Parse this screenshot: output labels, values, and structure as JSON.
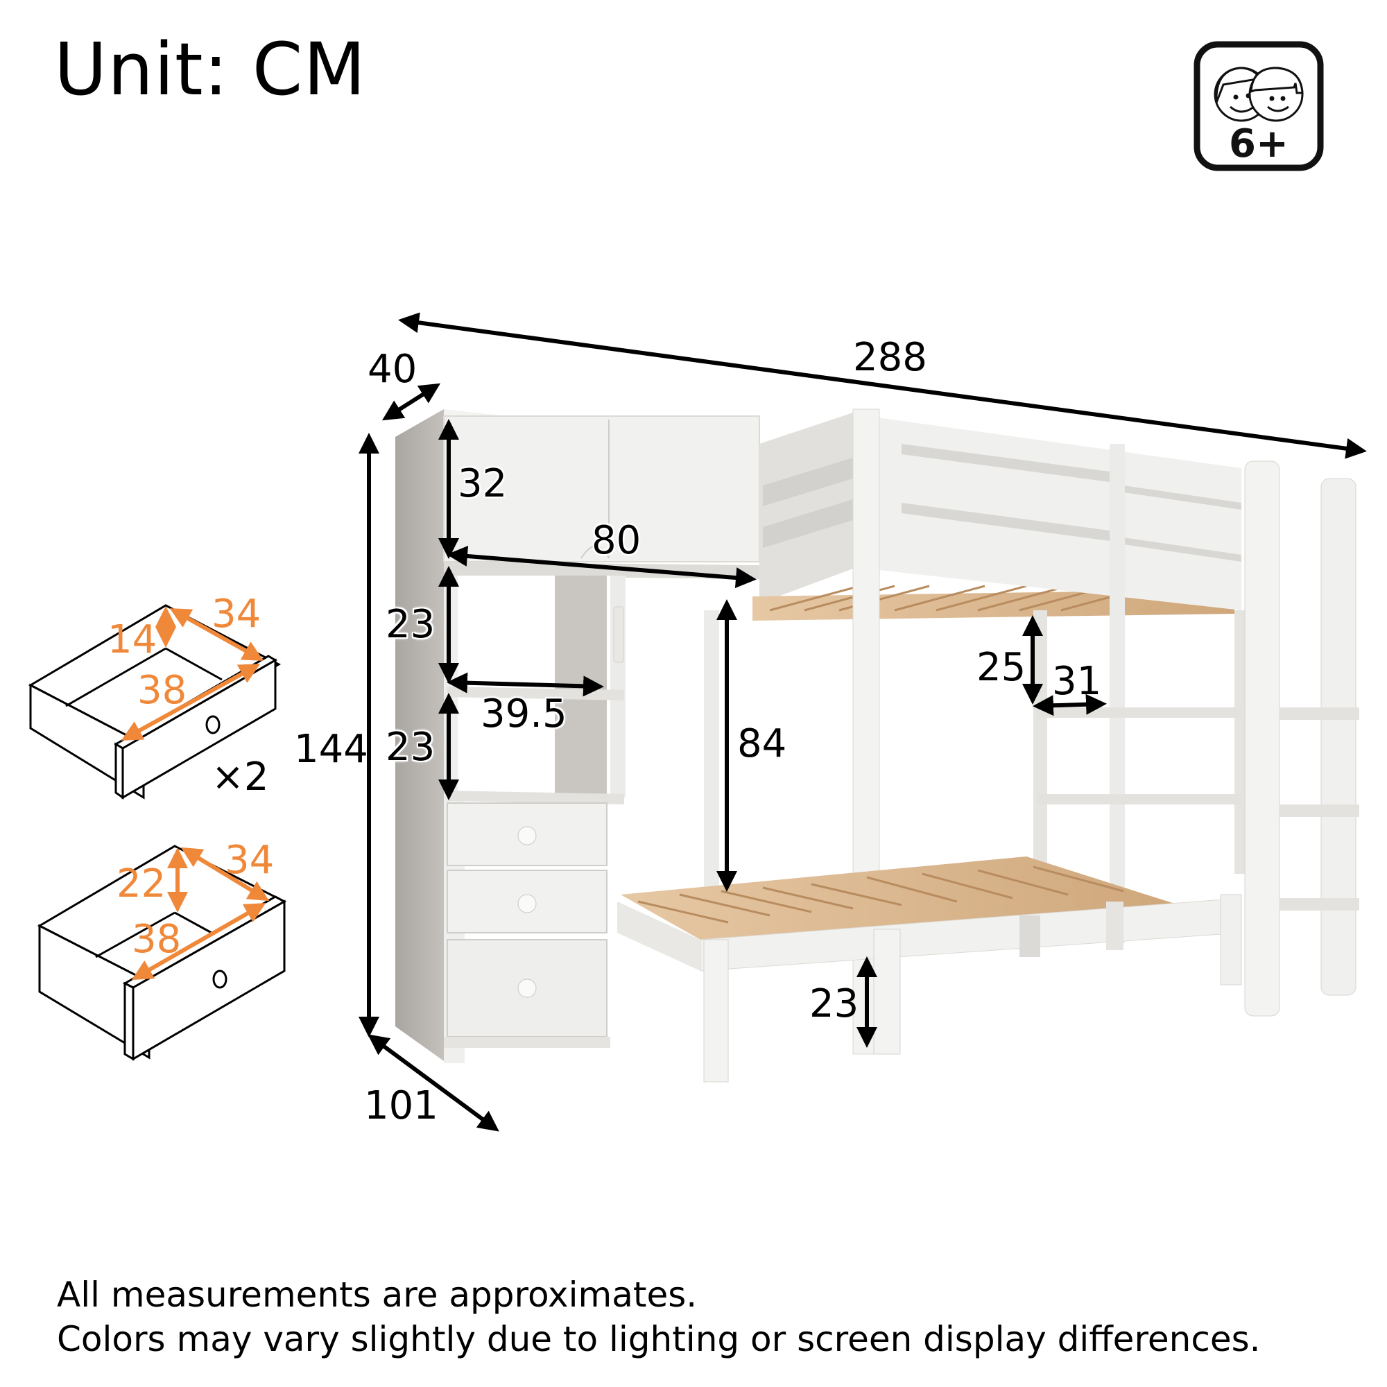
{
  "header": {
    "title": "Unit: CM",
    "age_badge": {
      "icon": "children-faces-icon",
      "label": "6+"
    }
  },
  "product": "Bunk bed with wardrobe cabinet, shelves, drawers and ladder",
  "colors": {
    "dimension_line": "#000000",
    "drawer_dimension": "#f0883a",
    "furniture_white": "#eeeeec",
    "furniture_shadow": "#b9b6b1",
    "wood_slats": "#dcb88f"
  },
  "dimensions": {
    "overall_length": "288",
    "cabinet_depth": "40",
    "overall_height": "144",
    "overall_width": "101",
    "upper_cabinet_height": "32",
    "upper_cabinet_width": "80",
    "shelf_1_height": "23",
    "shelf_2_height": "23",
    "shelf_width": "39.5",
    "under_bunk_clearance": "84",
    "side_shelf_height": "25",
    "side_shelf_depth": "31",
    "lower_bed_leg_height": "23"
  },
  "drawers": [
    {
      "name": "small-drawer",
      "height": "14",
      "depth": "34",
      "width": "38",
      "quantity": "×2"
    },
    {
      "name": "large-drawer",
      "height": "22",
      "depth": "34",
      "width": "38",
      "quantity": ""
    }
  ],
  "footer": {
    "line1": "All measurements are approximates.",
    "line2": "Colors may vary slightly due to lighting or screen display differences."
  }
}
